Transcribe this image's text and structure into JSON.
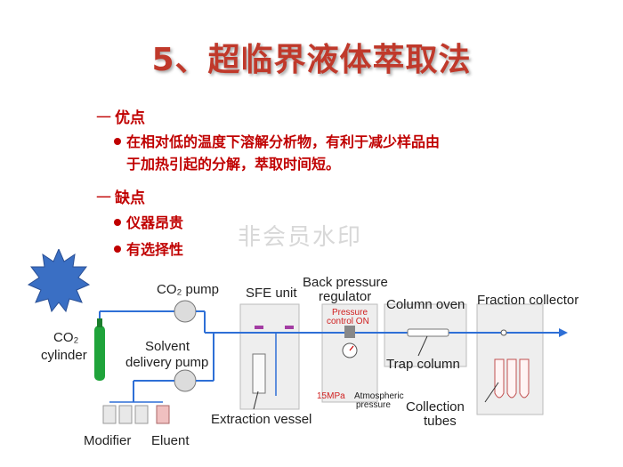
{
  "title": "5、超临界液体萃取法",
  "advantages": {
    "heading": "优点",
    "items": [
      {
        "line1": "在相对低的温度下溶解分析物，有利于减少样品由",
        "line2": "于加热引起的分解，萃取时间短。"
      }
    ]
  },
  "disadvantages": {
    "heading": "缺点",
    "items": [
      "仪器昂贵",
      "有选择性"
    ]
  },
  "watermark": "非会员水印",
  "diagram": {
    "co2_pump": "CO₂ pump",
    "co2_cylinder_l1": "CO₂",
    "co2_cylinder_l2": "cylinder",
    "solvent_pump_l1": "Solvent",
    "solvent_pump_l2": "delivery pump",
    "modifier": "Modifier",
    "eluent": "Eluent",
    "sfe_unit": "SFE unit",
    "extraction_vessel": "Extraction vessel",
    "back_pressure_l1": "Back pressure",
    "back_pressure_l2": "regulator",
    "pressure_control_l1": "Pressure",
    "pressure_control_l2": "control ON",
    "pressure_15": "15MPa",
    "atmospheric_l1": "Atmospheric",
    "atmospheric_l2": "pressure",
    "column_oven": "Column oven",
    "trap_column": "Trap column",
    "fraction_collector": "Fraction collector",
    "collection_l1": "Collection",
    "collection_l2": "tubes"
  },
  "colors": {
    "title": "#c0392b",
    "text": "#c00000",
    "flow": "#2e6fd6",
    "cylinder": "#1fa33a",
    "star": "#3a6fc4"
  }
}
